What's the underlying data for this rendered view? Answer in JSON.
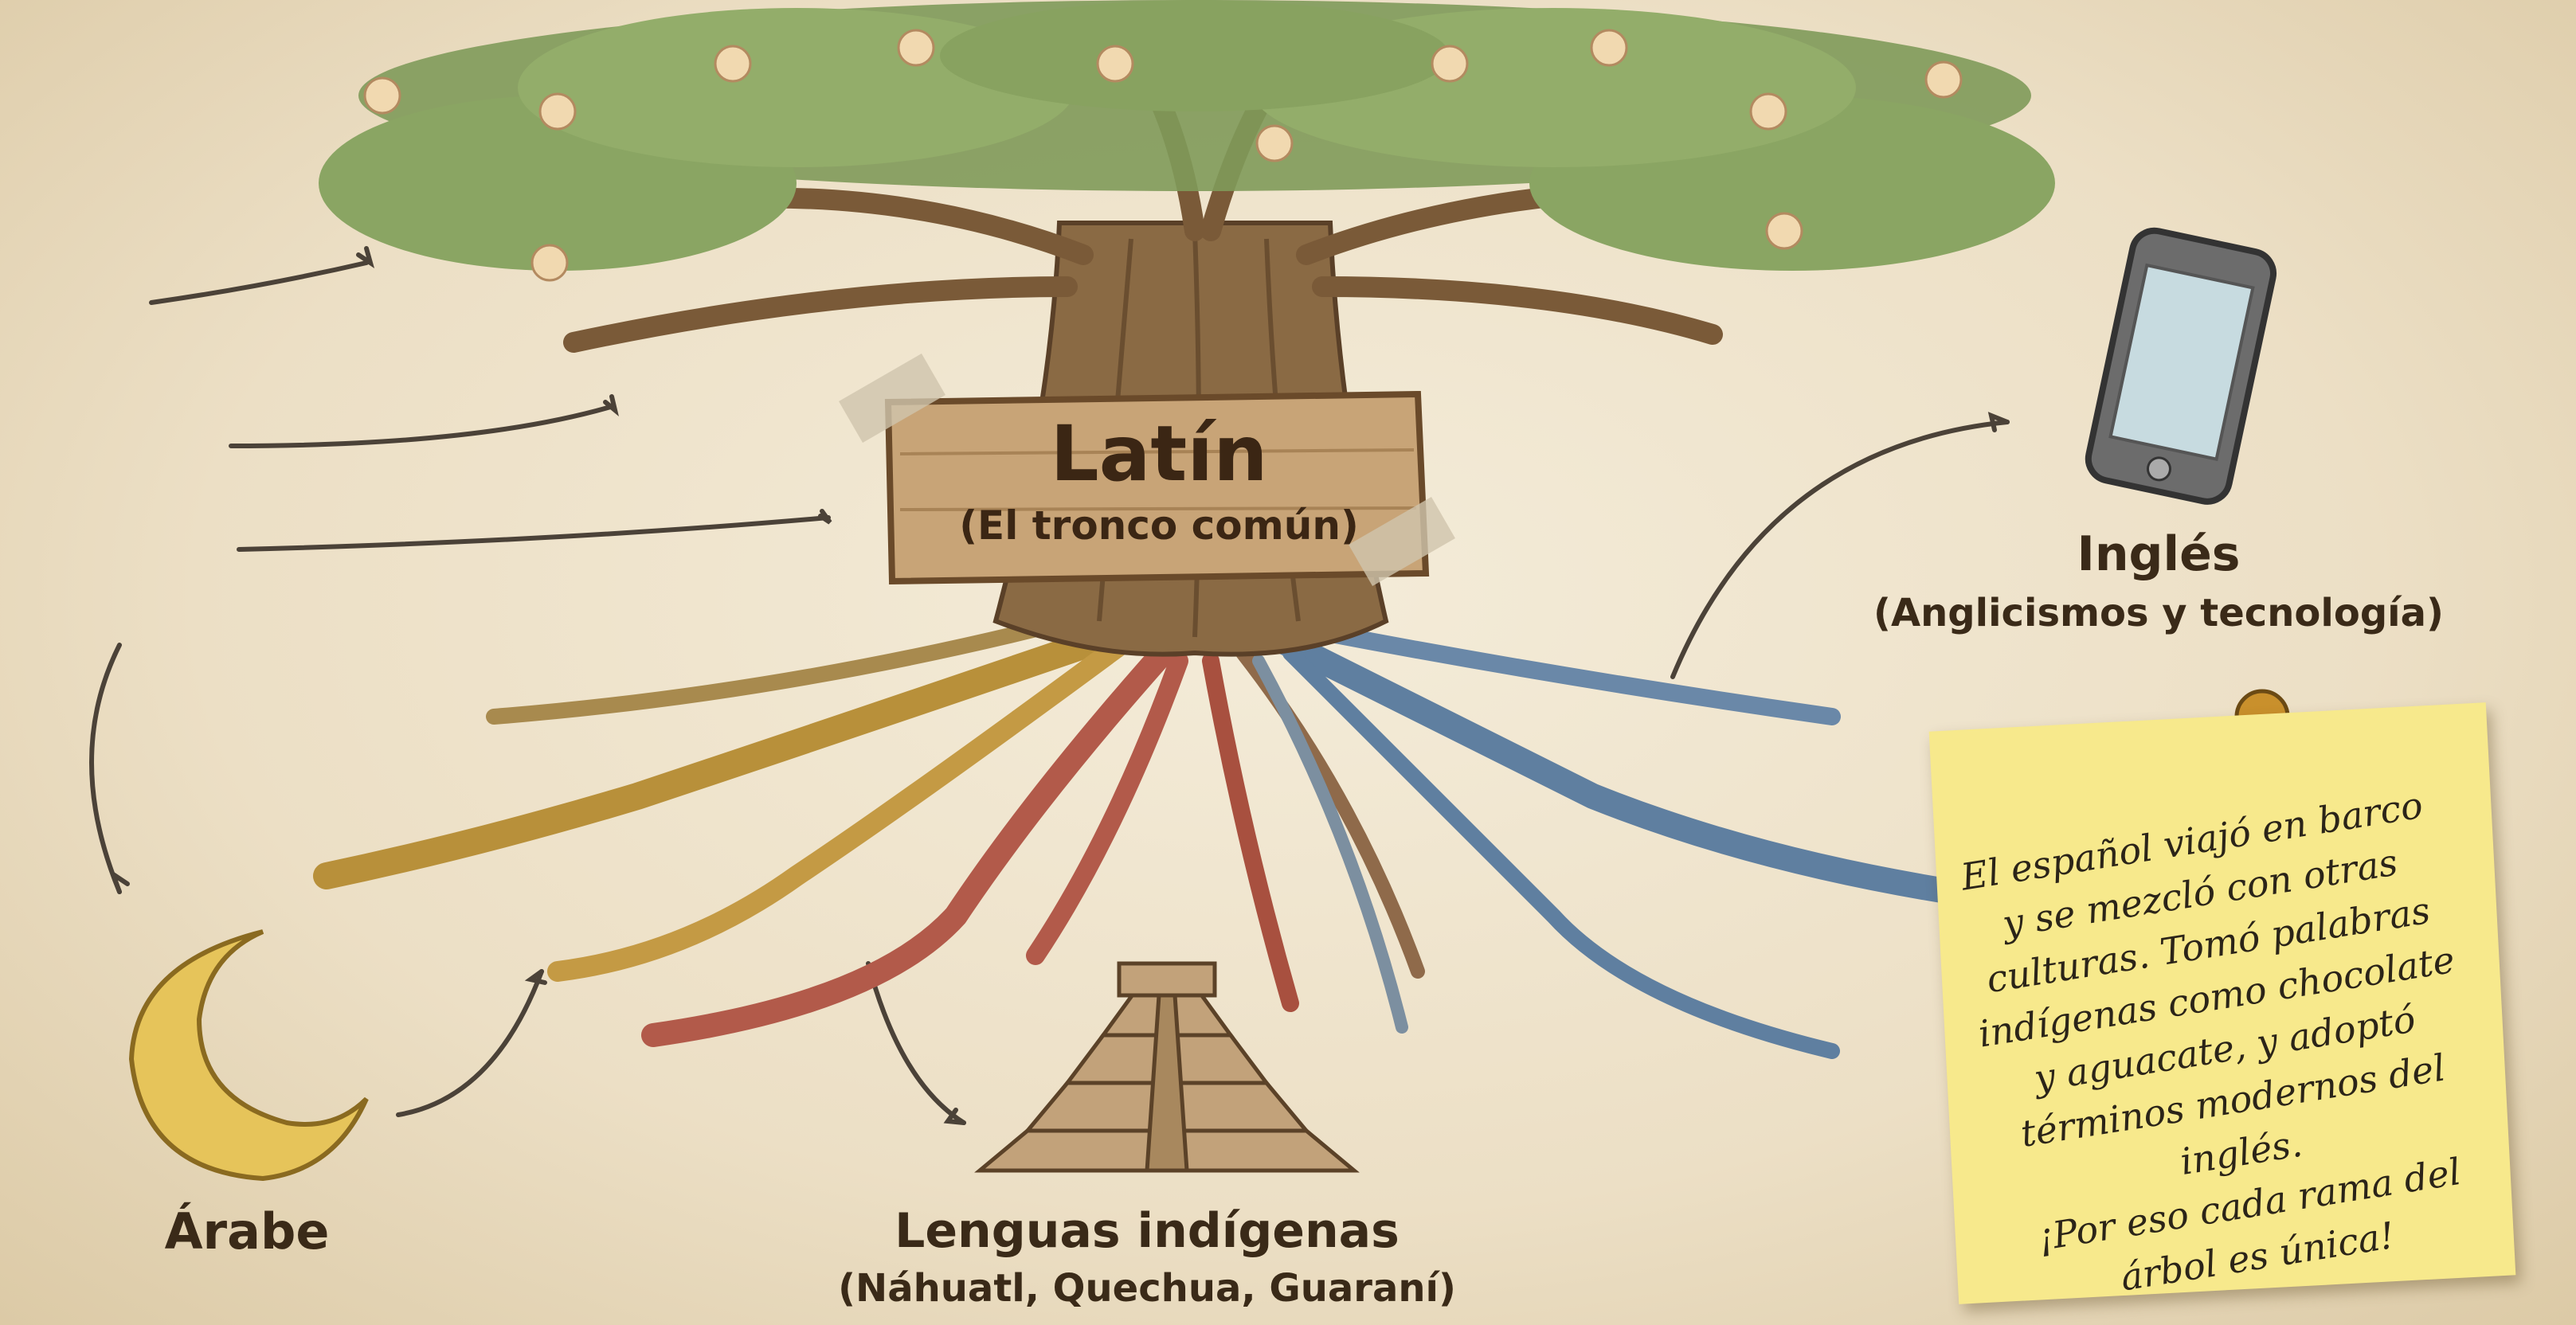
{
  "trunk": {
    "title": "Latín",
    "subtitle": "(El tronco común)"
  },
  "branches": {
    "english": {
      "name": "Inglés",
      "detail": "(Anglicismos y tecnología)"
    },
    "arabic": {
      "name": "Árabe"
    },
    "indigenous": {
      "name": "Lenguas indígenas",
      "detail": "(Náhuatl, Quechua, Guaraní)"
    }
  },
  "note": {
    "text": "El español viajó en barco\ny se mezcló con otras\nculturas. Tomó palabras\nindígenas como chocolate\ny aguacate, y adoptó\ntérminos modernos del\ninglés.\n¡Por eso cada rama del\nárbol es única!"
  },
  "icons": [
    "tree-icon",
    "smartphone-icon",
    "crescent-moon-icon",
    "pyramid-icon",
    "pushpin-icon"
  ],
  "colors": {
    "paper": "#efe4cf",
    "foliage": "#7f9a5a",
    "trunk": "#8a6a44",
    "root_gold": "#b8903a",
    "root_red": "#b25a4a",
    "root_blue": "#5f7fa0",
    "note": "#f7e98c",
    "text": "#3a2a18"
  }
}
